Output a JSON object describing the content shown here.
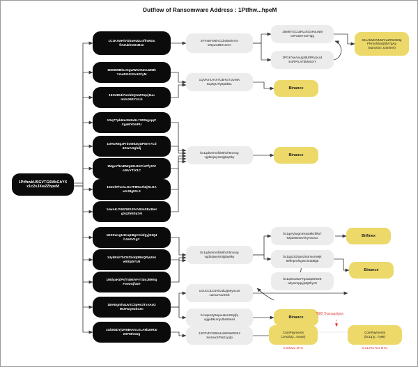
{
  "title": "Outflow of Ransomware Address : 1Ptfhw...hpeM",
  "colors": {
    "black_node": "#0b0b0b",
    "grey_node": "#ececec",
    "yellow_node": "#ecd96a",
    "annotation_red": "#e03a3a",
    "edge": "#3a3a3a",
    "background": "#ffffff"
  },
  "source": {
    "label": "1PtfhwkUSGVTG6MbGhYX\nx1c2sJXw2ZhpeM"
  },
  "hop1": [
    {
      "label": "1C1KXwHlVGbuHUzLoffnWDu\nfiXZukhwDsBsn"
    },
    {
      "label": "1DEBWBbLXtgwWGANmuWMk\nYmuDGGXtv4XFyM"
    },
    {
      "label": "19XUtD4i7UobbQreWSqvj9uu\nmUv34EYJLih"
    },
    {
      "label": "1Gq7Tpk6mr845v9L73RSqyqqC\nXgaMY0mPU"
    },
    {
      "label": "1DHuR6gzPrbot95ZQUP8nY7Cd\n4GwAGghdj"
    },
    {
      "label": "1MgxYfUxBWg92LBXCisPfytZZ\noWvYTiX1C"
    },
    {
      "label": "1EZehFhoXLG17F8RoJh3jRLHA\nwXJ8g91L3"
    },
    {
      "label": "14wAKJVMZWGJFoVBmSEcBwr\ngXq2bNSq7el"
    },
    {
      "label": "1DZSwvgtJUvqH8gCXiafgyjtHQ4\nhJw2V1gY"
    },
    {
      "label": "14ykRdr7bCNZbdqt98sQPjeZek\nwEEpbYU6"
    },
    {
      "label": "1MdyaHZPsfY49EAFvT4ioJM9Vg\nF3vDSjf32e"
    },
    {
      "label": "1MAEgmhaUvSC3pHs3TxvAaG\nMUTwQS3bx3C"
    },
    {
      "label": "1Gb8SDYjUV6BvVscALA9b20R3r\n2SFMhXUg"
    }
  ],
  "hop2": [
    {
      "label": "3FVs5Y6NiAC1bcBMi4Yor\n5RpLGtBHcUvH"
    },
    {
      "label": "1QVKmUYtXTUbHG71UesK\nEq3QU7iy5p8bs1"
    },
    {
      "label": "bc1qdsermnfds6hch5rcexg\nvgd5sjwysn0jqlay8ky"
    },
    {
      "label": "bc1qdsermnfds6hch5rcexg\nvgd5sjwysn0jqlay8ky"
    },
    {
      "label": "1GUcCiLC6ViCtdUg6eyoc2s\ncaeoa7uvSGb"
    },
    {
      "label": "bc1qan2y9apuu5nn22tyjfq\nvgguBkurrgvths60as4"
    },
    {
      "label": "13CPvFCWBs4oiWN9XB3Kz\nXwXexSF9s2Lpdp"
    }
  ],
  "hop3": [
    {
      "label": "16M6TGCcaRLckGoHxuNt9\nGrFu83YSUTiqg"
    },
    {
      "label": "3PGKYwAaUgNlURRVpcx4\nE4RPSJr7bbMSXT"
    },
    {
      "label": "bc1qyry5agnmswa9kzf9lu7\n8zjats92sevvhynm2cx"
    },
    {
      "label": "bc1qpzztz5pnz5xmnomiejk\n59fmprufngwcmtdd8g5"
    },
    {
      "label": "bc1qtneu6a77g2u5p8r6rz8\na3ymmppyjs5j0lryc8"
    }
  ],
  "exchanges": [
    {
      "label": "361AkMKNNWYwZRsCE8p\nPNmohSaQfdV7gAp\n(Sanction, Darknet)",
      "kind": "sanction"
    },
    {
      "label": "Binance",
      "kind": "exchange"
    },
    {
      "label": "Binance",
      "kind": "exchange"
    },
    {
      "label": "Bitfinex",
      "kind": "exchange"
    },
    {
      "label": "Binance",
      "kind": "exchange"
    },
    {
      "label": "Binance",
      "kind": "exchange"
    },
    {
      "label": "CoinPayments\n(1AxzbQ...mao6)",
      "kind": "service"
    },
    {
      "label": "CoinPayments\n(bc1q)y...7y88)",
      "kind": "service"
    }
  ],
  "amounts": {
    "left": "0.00022 BTC",
    "right": "0.21291701 BTC"
  },
  "annotations": {
    "transactions": "*500 Transactions"
  }
}
